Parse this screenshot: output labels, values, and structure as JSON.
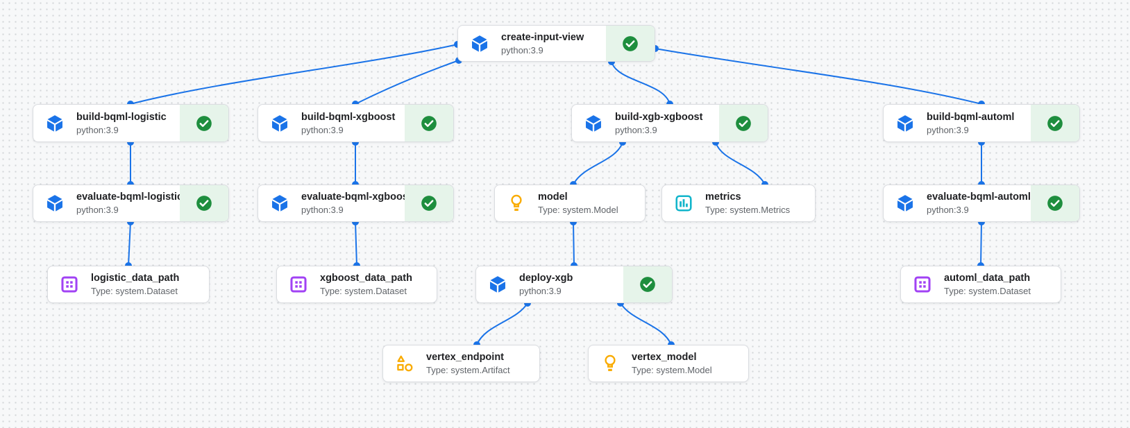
{
  "pipeline": {
    "colors": {
      "edge": "#1a73e8",
      "execution_icon": "#1a73e8",
      "success_check": "#1e8e3e",
      "success_background": "#e6f4ea",
      "model_icon": "#f9ab00",
      "artifact_icon": "#f9ab00",
      "metrics_icon": "#12b5cb",
      "dataset_icon": "#a142f4",
      "card_border": "#dadce0",
      "title_text": "#202124",
      "subtitle_text": "#5f6368"
    },
    "nodes": [
      {
        "id": "create-input-view",
        "kind": "execution",
        "title": "create-input-view",
        "subtitle": "python:3.9",
        "icon": "cube-icon",
        "status": "succeeded"
      },
      {
        "id": "build-bqml-logistic",
        "kind": "execution",
        "title": "build-bqml-logistic",
        "subtitle": "python:3.9",
        "icon": "cube-icon",
        "status": "succeeded"
      },
      {
        "id": "build-bqml-xgboost",
        "kind": "execution",
        "title": "build-bqml-xgboost",
        "subtitle": "python:3.9",
        "icon": "cube-icon",
        "status": "succeeded"
      },
      {
        "id": "build-xgb-xgboost",
        "kind": "execution",
        "title": "build-xgb-xgboost",
        "subtitle": "python:3.9",
        "icon": "cube-icon",
        "status": "succeeded"
      },
      {
        "id": "build-bqml-automl",
        "kind": "execution",
        "title": "build-bqml-automl",
        "subtitle": "python:3.9",
        "icon": "cube-icon",
        "status": "succeeded"
      },
      {
        "id": "evaluate-bqml-logistic",
        "kind": "execution",
        "title": "evaluate-bqml-logistic",
        "subtitle": "python:3.9",
        "icon": "cube-icon",
        "status": "succeeded"
      },
      {
        "id": "evaluate-bqml-xgboost",
        "kind": "execution",
        "title": "evaluate-bqml-xgboost",
        "subtitle": "python:3.9",
        "icon": "cube-icon",
        "status": "succeeded"
      },
      {
        "id": "model",
        "kind": "artifact",
        "title": "model",
        "subtitle": "Type: system.Model",
        "icon": "lightbulb-icon",
        "status": null
      },
      {
        "id": "metrics",
        "kind": "artifact",
        "title": "metrics",
        "subtitle": "Type: system.Metrics",
        "icon": "bar-chart-icon",
        "status": null
      },
      {
        "id": "evaluate-bqml-automl",
        "kind": "execution",
        "title": "evaluate-bqml-automl",
        "subtitle": "python:3.9",
        "icon": "cube-icon",
        "status": "succeeded"
      },
      {
        "id": "logistic_data_path",
        "kind": "artifact",
        "title": "logistic_data_path",
        "subtitle": "Type: system.Dataset",
        "icon": "dataset-icon",
        "status": null
      },
      {
        "id": "xgboost_data_path",
        "kind": "artifact",
        "title": "xgboost_data_path",
        "subtitle": "Type: system.Dataset",
        "icon": "dataset-icon",
        "status": null
      },
      {
        "id": "deploy-xgb",
        "kind": "execution",
        "title": "deploy-xgb",
        "subtitle": "python:3.9",
        "icon": "cube-icon",
        "status": "succeeded"
      },
      {
        "id": "automl_data_path",
        "kind": "artifact",
        "title": "automl_data_path",
        "subtitle": "Type: system.Dataset",
        "icon": "dataset-icon",
        "status": null
      },
      {
        "id": "vertex_endpoint",
        "kind": "artifact",
        "title": "vertex_endpoint",
        "subtitle": "Type: system.Artifact",
        "icon": "artifact-shapes-icon",
        "status": null
      },
      {
        "id": "vertex_model",
        "kind": "artifact",
        "title": "vertex_model",
        "subtitle": "Type: system.Model",
        "icon": "lightbulb-icon",
        "status": null
      }
    ],
    "edges": [
      {
        "from": "create-input-view",
        "to": "build-bqml-logistic"
      },
      {
        "from": "create-input-view",
        "to": "build-bqml-xgboost"
      },
      {
        "from": "create-input-view",
        "to": "build-xgb-xgboost"
      },
      {
        "from": "create-input-view",
        "to": "build-bqml-automl"
      },
      {
        "from": "build-bqml-logistic",
        "to": "evaluate-bqml-logistic"
      },
      {
        "from": "evaluate-bqml-logistic",
        "to": "logistic_data_path"
      },
      {
        "from": "build-bqml-xgboost",
        "to": "evaluate-bqml-xgboost"
      },
      {
        "from": "evaluate-bqml-xgboost",
        "to": "xgboost_data_path"
      },
      {
        "from": "build-xgb-xgboost",
        "to": "model"
      },
      {
        "from": "build-xgb-xgboost",
        "to": "metrics"
      },
      {
        "from": "model",
        "to": "deploy-xgb"
      },
      {
        "from": "deploy-xgb",
        "to": "vertex_endpoint"
      },
      {
        "from": "deploy-xgb",
        "to": "vertex_model"
      },
      {
        "from": "build-bqml-automl",
        "to": "evaluate-bqml-automl"
      },
      {
        "from": "evaluate-bqml-automl",
        "to": "automl_data_path"
      }
    ]
  }
}
